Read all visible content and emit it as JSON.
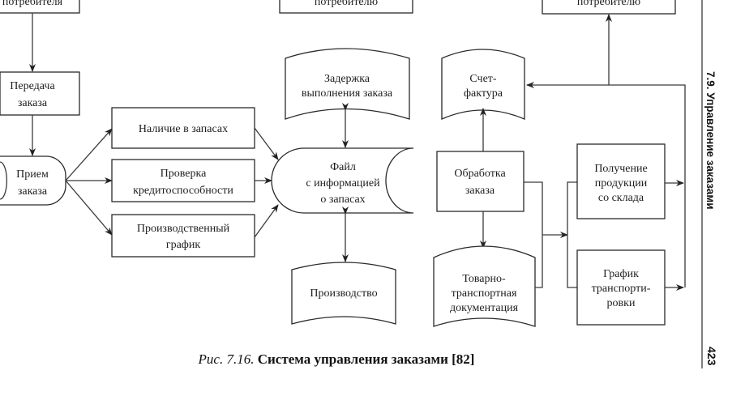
{
  "diagram": {
    "top_boxes": [
      {
        "id": "top-left",
        "text": "потребителя"
      },
      {
        "id": "top-middle",
        "text": "потребителю"
      },
      {
        "id": "top-right",
        "text": "потребителю"
      }
    ],
    "nodes": {
      "order_transfer": [
        "Передача",
        "заказа"
      ],
      "order_receipt": [
        "Прием",
        "заказа"
      ],
      "stock_availability": [
        "Наличие в запасах"
      ],
      "credit_check": [
        "Проверка",
        "кредитоспособности"
      ],
      "production_schedule": [
        "Производственный",
        "график"
      ],
      "inventory_file": [
        "Файл",
        "с информацией",
        "о запасах"
      ],
      "order_delay": [
        "Задержка",
        "выполнения заказа"
      ],
      "production": [
        "Производство"
      ],
      "invoice": [
        "Счет-",
        "фактура"
      ],
      "order_processing": [
        "Обработка",
        "заказа"
      ],
      "shipping_docs": [
        "Товарно-",
        "транспортная",
        "документация"
      ],
      "warehouse_pickup": [
        "Получение",
        "продукции",
        "со склада"
      ],
      "transport_schedule": [
        "График",
        "транспорти-",
        "ровки"
      ]
    }
  },
  "sidebar": {
    "section_title": "7.9. Управление заказами",
    "page_number": "423"
  },
  "caption": {
    "figure_label": "Рис. 7.16.",
    "title": "Система управления заказами [82]"
  }
}
